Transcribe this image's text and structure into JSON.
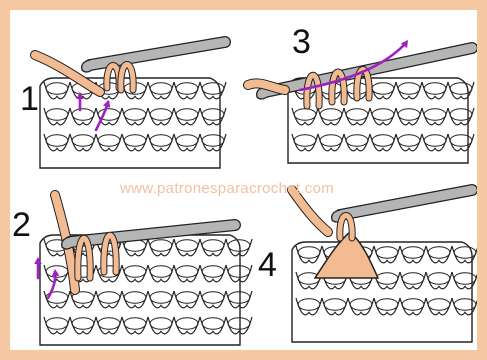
{
  "steps": [
    {
      "label": "1"
    },
    {
      "label": "2"
    },
    {
      "label": "3"
    },
    {
      "label": "4"
    }
  ],
  "watermark": "www.patronesparacrochet.com",
  "colors": {
    "frame": "#f6c9a3",
    "yarn": "#f2bb92",
    "hook": "#b5b5b5",
    "arrow": "#a020c0",
    "outline": "#222222"
  }
}
